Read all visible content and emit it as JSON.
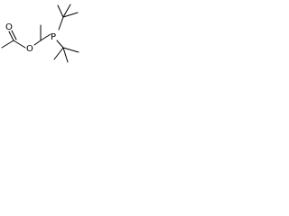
{
  "molecule": {
    "atoms": {
      "carbonyl_oxygen": "O",
      "ester_oxygen": "O",
      "phosphorus": "P"
    }
  },
  "colors": {
    "background": "#ffffff",
    "bond": "#000000",
    "text": "#000000"
  }
}
